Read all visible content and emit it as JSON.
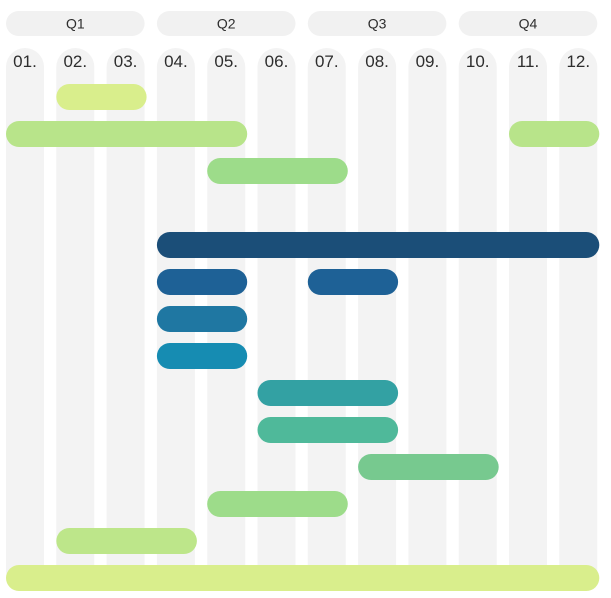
{
  "chart_data": {
    "type": "gantt",
    "title": "",
    "quarters": [
      "Q1",
      "Q2",
      "Q3",
      "Q4"
    ],
    "months": [
      "01.",
      "02.",
      "03.",
      "04.",
      "05.",
      "06.",
      "07.",
      "08.",
      "09.",
      "10.",
      "11.",
      "12."
    ],
    "tasks": [
      {
        "row": 1,
        "segments": [
          {
            "start": 2,
            "end": 3
          }
        ],
        "color": "#d9ee8c"
      },
      {
        "row": 2,
        "segments": [
          {
            "start": 1,
            "end": 5
          },
          {
            "start": 11,
            "end": 12
          }
        ],
        "color": "#b8e48a"
      },
      {
        "row": 3,
        "segments": [
          {
            "start": 5,
            "end": 7
          }
        ],
        "color": "#9ddc8a"
      },
      {
        "row": 5,
        "segments": [
          {
            "start": 4,
            "end": 12
          }
        ],
        "color": "#1b4e78"
      },
      {
        "row": 6,
        "segments": [
          {
            "start": 4,
            "end": 5
          },
          {
            "start": 7,
            "end": 8
          }
        ],
        "color": "#1e6196"
      },
      {
        "row": 7,
        "segments": [
          {
            "start": 4,
            "end": 5
          }
        ],
        "color": "#1f77a2"
      },
      {
        "row": 8,
        "segments": [
          {
            "start": 4,
            "end": 5
          }
        ],
        "color": "#168cb2"
      },
      {
        "row": 9,
        "segments": [
          {
            "start": 6,
            "end": 8
          }
        ],
        "color": "#33a1a3"
      },
      {
        "row": 10,
        "segments": [
          {
            "start": 6,
            "end": 8
          }
        ],
        "color": "#4fb99a"
      },
      {
        "row": 11,
        "segments": [
          {
            "start": 8,
            "end": 10
          }
        ],
        "color": "#77c98f"
      },
      {
        "row": 12,
        "segments": [
          {
            "start": 5,
            "end": 7
          }
        ],
        "color": "#9ddc8a"
      },
      {
        "row": 13,
        "segments": [
          {
            "start": 2,
            "end": 4
          }
        ],
        "color": "#bde68a"
      },
      {
        "row": 14,
        "segments": [
          {
            "start": 1,
            "end": 12
          }
        ],
        "color": "#d9ee8c"
      }
    ]
  }
}
